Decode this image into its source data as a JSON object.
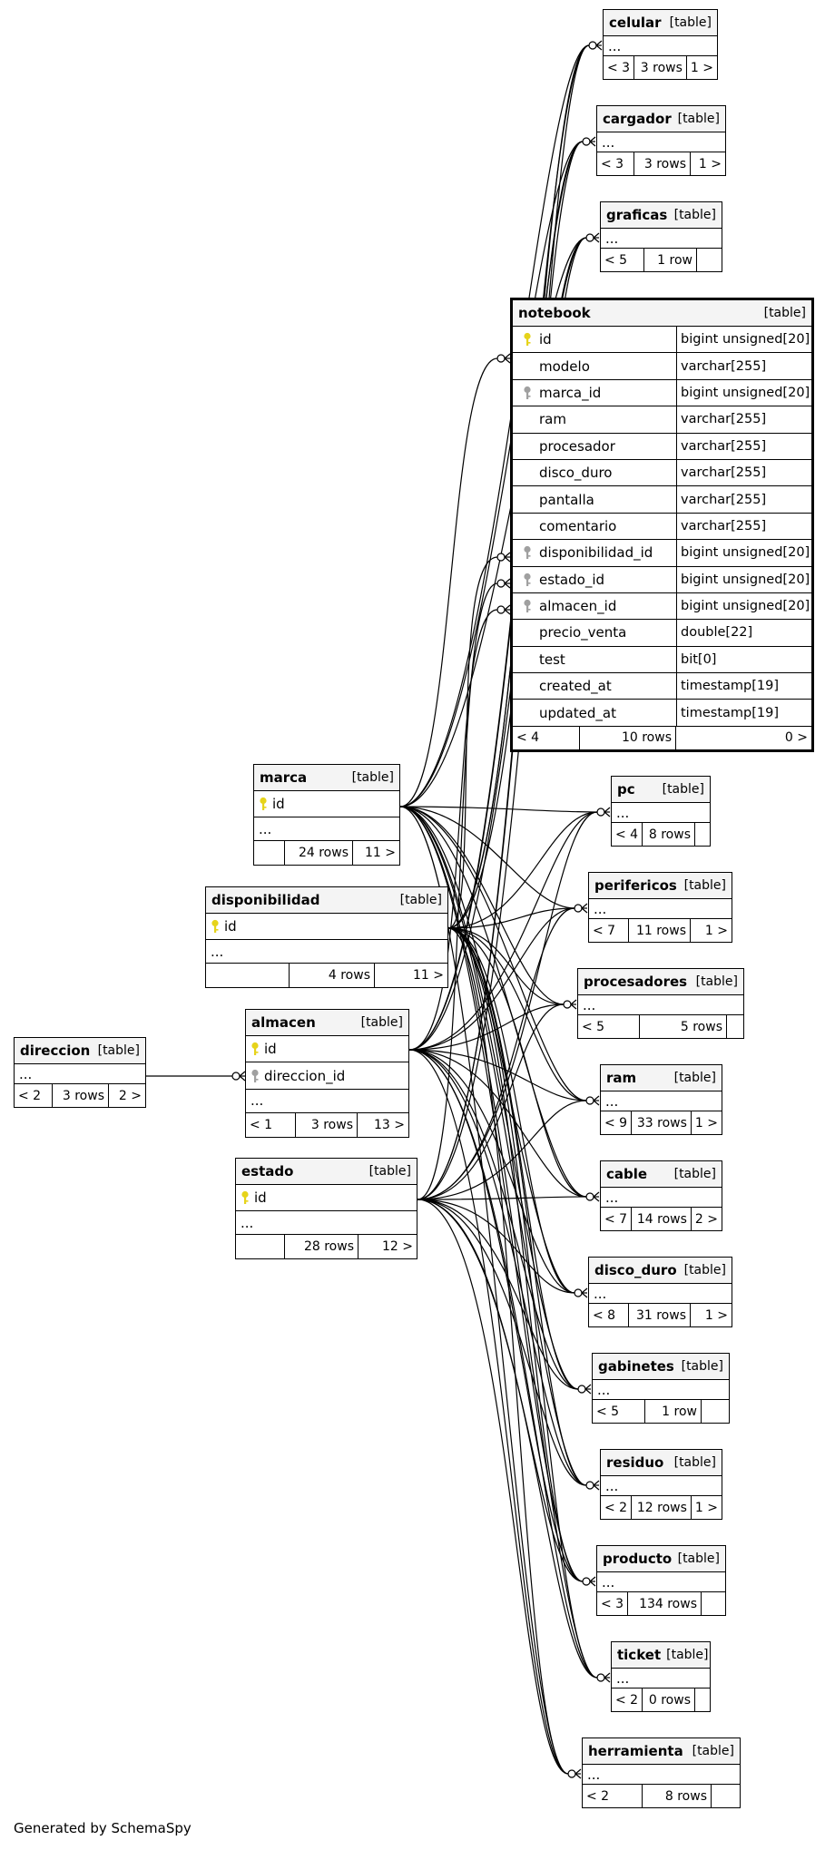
{
  "footer_text": "Generated by SchemaSpy",
  "key_colors": {
    "primary_key": "#e6d31a",
    "foreign_key": "#a0a0a0",
    "header_fill": "#f4f4f4",
    "line": "#000000"
  },
  "focus_table": {
    "name": "notebook",
    "kind": "[table]",
    "columns": [
      {
        "name": "id",
        "type": "bigint unsigned[20]",
        "key": "primary"
      },
      {
        "name": "modelo",
        "type": "varchar[255]",
        "key": ""
      },
      {
        "name": "marca_id",
        "type": "bigint unsigned[20]",
        "key": "foreign"
      },
      {
        "name": "ram",
        "type": "varchar[255]",
        "key": ""
      },
      {
        "name": "procesador",
        "type": "varchar[255]",
        "key": ""
      },
      {
        "name": "disco_duro",
        "type": "varchar[255]",
        "key": ""
      },
      {
        "name": "pantalla",
        "type": "varchar[255]",
        "key": ""
      },
      {
        "name": "comentario",
        "type": "varchar[255]",
        "key": ""
      },
      {
        "name": "disponibilidad_id",
        "type": "bigint unsigned[20]",
        "key": "foreign"
      },
      {
        "name": "estado_id",
        "type": "bigint unsigned[20]",
        "key": "foreign"
      },
      {
        "name": "almacen_id",
        "type": "bigint unsigned[20]",
        "key": "foreign"
      },
      {
        "name": "precio_venta",
        "type": "double[22]",
        "key": ""
      },
      {
        "name": "test",
        "type": "bit[0]",
        "key": ""
      },
      {
        "name": "created_at",
        "type": "timestamp[19]",
        "key": ""
      },
      {
        "name": "updated_at",
        "type": "timestamp[19]",
        "key": ""
      }
    ],
    "footer": {
      "left": "< 4",
      "rows": "10 rows",
      "right": "0 >"
    }
  },
  "parent_tables": [
    {
      "id": "marca",
      "name": "marca",
      "kind": "[table]",
      "columns": [
        {
          "name": "id",
          "key": "primary"
        }
      ],
      "ellipsis": "...",
      "footer": {
        "left": "",
        "rows": "24 rows",
        "right": "11 >"
      }
    },
    {
      "id": "disponibilidad",
      "name": "disponibilidad",
      "kind": "[table]",
      "columns": [
        {
          "name": "id",
          "key": "primary"
        }
      ],
      "ellipsis": "...",
      "footer": {
        "left": "",
        "rows": "4 rows",
        "right": "11 >"
      }
    },
    {
      "id": "almacen",
      "name": "almacen",
      "kind": "[table]",
      "columns": [
        {
          "name": "id",
          "key": "primary"
        },
        {
          "name": "direccion_id",
          "key": "foreign"
        }
      ],
      "ellipsis": "...",
      "footer": {
        "left": "< 1",
        "rows": "3 rows",
        "right": "13 >"
      }
    },
    {
      "id": "estado",
      "name": "estado",
      "kind": "[table]",
      "columns": [
        {
          "name": "id",
          "key": "primary"
        }
      ],
      "ellipsis": "...",
      "footer": {
        "left": "",
        "rows": "28 rows",
        "right": "12 >"
      }
    },
    {
      "id": "direccion",
      "name": "direccion",
      "kind": "[table]",
      "columns": [],
      "ellipsis": "...",
      "footer": {
        "left": "< 2",
        "rows": "3 rows",
        "right": "2 >"
      }
    }
  ],
  "child_tables": [
    {
      "id": "celular",
      "name": "celular",
      "kind": "[table]",
      "ellipsis": "...",
      "footer": {
        "left": "< 3",
        "rows": "3 rows",
        "right": "1 >"
      }
    },
    {
      "id": "cargador",
      "name": "cargador",
      "kind": "[table]",
      "ellipsis": "...",
      "footer": {
        "left": "< 3",
        "rows": "3 rows",
        "right": "1 >"
      }
    },
    {
      "id": "graficas",
      "name": "graficas",
      "kind": "[table]",
      "ellipsis": "...",
      "footer": {
        "left": "< 5",
        "rows": "1 row",
        "right": ""
      }
    },
    {
      "id": "pc",
      "name": "pc",
      "kind": "[table]",
      "ellipsis": "...",
      "footer": {
        "left": "< 4",
        "rows": "8 rows",
        "right": ""
      }
    },
    {
      "id": "perifericos",
      "name": "perifericos",
      "kind": "[table]",
      "ellipsis": "...",
      "footer": {
        "left": "< 7",
        "rows": "11 rows",
        "right": "1 >"
      }
    },
    {
      "id": "procesadores",
      "name": "procesadores",
      "kind": "[table]",
      "ellipsis": "...",
      "footer": {
        "left": "< 5",
        "rows": "5 rows",
        "right": ""
      }
    },
    {
      "id": "ram",
      "name": "ram",
      "kind": "[table]",
      "ellipsis": "...",
      "footer": {
        "left": "< 9",
        "rows": "33 rows",
        "right": "1 >"
      }
    },
    {
      "id": "cable",
      "name": "cable",
      "kind": "[table]",
      "ellipsis": "...",
      "footer": {
        "left": "< 7",
        "rows": "14 rows",
        "right": "2 >"
      }
    },
    {
      "id": "disco_duro",
      "name": "disco_duro",
      "kind": "[table]",
      "ellipsis": "...",
      "footer": {
        "left": "< 8",
        "rows": "31 rows",
        "right": "1 >"
      }
    },
    {
      "id": "gabinetes",
      "name": "gabinetes",
      "kind": "[table]",
      "ellipsis": "...",
      "footer": {
        "left": "< 5",
        "rows": "1 row",
        "right": ""
      }
    },
    {
      "id": "residuo",
      "name": "residuo",
      "kind": "[table]",
      "ellipsis": "...",
      "footer": {
        "left": "< 2",
        "rows": "12 rows",
        "right": "1 >"
      }
    },
    {
      "id": "producto",
      "name": "producto",
      "kind": "[table]",
      "ellipsis": "...",
      "footer": {
        "left": "< 3",
        "rows": "134 rows",
        "right": ""
      }
    },
    {
      "id": "ticket",
      "name": "ticket",
      "kind": "[table]",
      "ellipsis": "...",
      "footer": {
        "left": "< 2",
        "rows": "0 rows",
        "right": ""
      }
    },
    {
      "id": "herramienta",
      "name": "herramienta",
      "kind": "[table]",
      "ellipsis": "...",
      "footer": {
        "left": "< 2",
        "rows": "8 rows",
        "right": ""
      }
    }
  ]
}
